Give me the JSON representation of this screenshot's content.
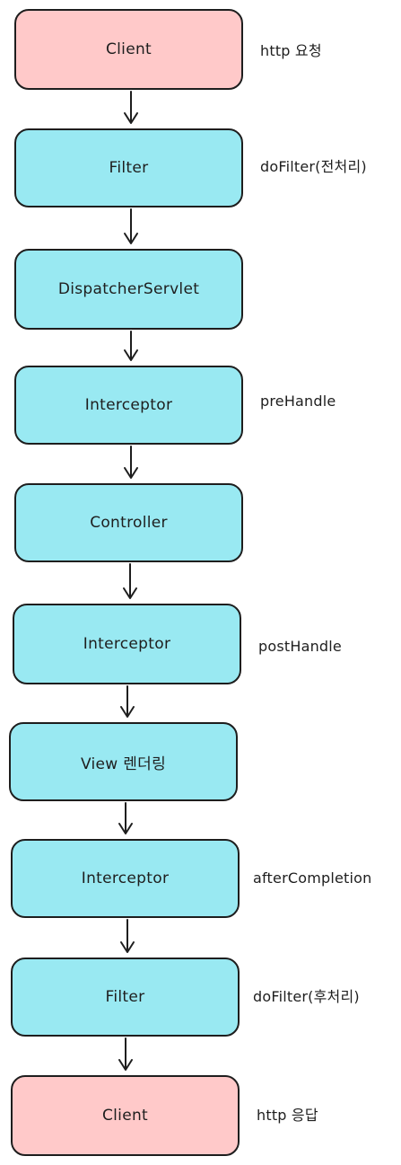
{
  "nodes": [
    {
      "label": "Client",
      "color": "#ffc9c9"
    },
    {
      "label": "Filter",
      "color": "#99e9f2"
    },
    {
      "label": "DispatcherServlet",
      "color": "#99e9f2"
    },
    {
      "label": "Interceptor",
      "color": "#99e9f2"
    },
    {
      "label": "Controller",
      "color": "#99e9f2"
    },
    {
      "label": "Interceptor",
      "color": "#99e9f2"
    },
    {
      "label": "View 렌더링",
      "color": "#99e9f2"
    },
    {
      "label": "Interceptor",
      "color": "#99e9f2"
    },
    {
      "label": "Filter",
      "color": "#99e9f2"
    },
    {
      "label": "Client",
      "color": "#ffc9c9"
    }
  ],
  "notes": [
    "http 요청",
    "doFilter(전처리)",
    "preHandle",
    "postHandle",
    "afterCompletion",
    "doFilter(후처리)",
    "http 응답"
  ],
  "colors": {
    "stroke": "#1e1e1e",
    "client_fill": "#ffc9c9",
    "component_fill": "#99e9f2"
  }
}
